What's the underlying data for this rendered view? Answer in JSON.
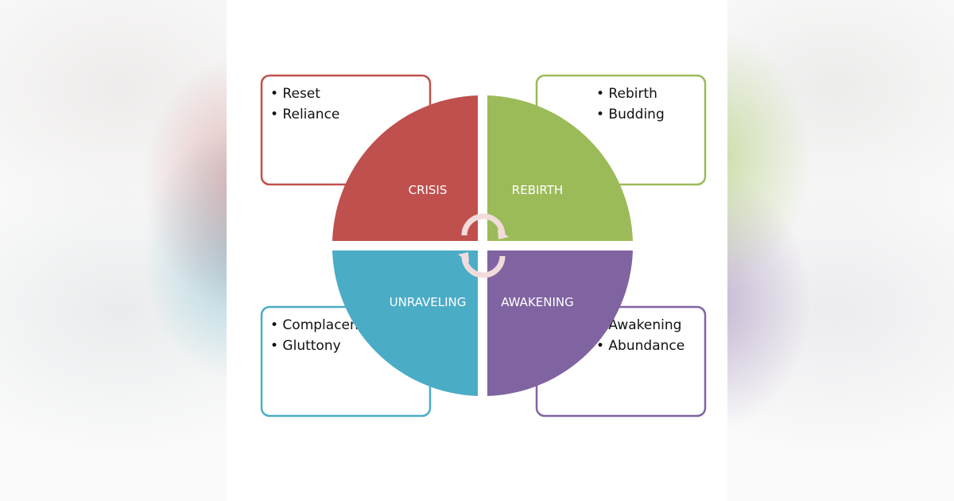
{
  "quadrants": [
    {
      "label": "CRISIS",
      "color": "#c0504d",
      "bullets": [
        "Reset",
        "Reliance"
      ]
    },
    {
      "label": "REBIRTH",
      "color": "#9bbb59",
      "bullets": [
        "Rebirth",
        "Budding"
      ]
    },
    {
      "label": "UNRAVELING",
      "color": "#4bacc6",
      "bullets": [
        "Complacency",
        "Gluttony"
      ]
    },
    {
      "label": "AWAKENING",
      "color": "#8064a2",
      "bullets": [
        "Awakening",
        "Abundance"
      ]
    }
  ],
  "bullet_symbol": "•"
}
